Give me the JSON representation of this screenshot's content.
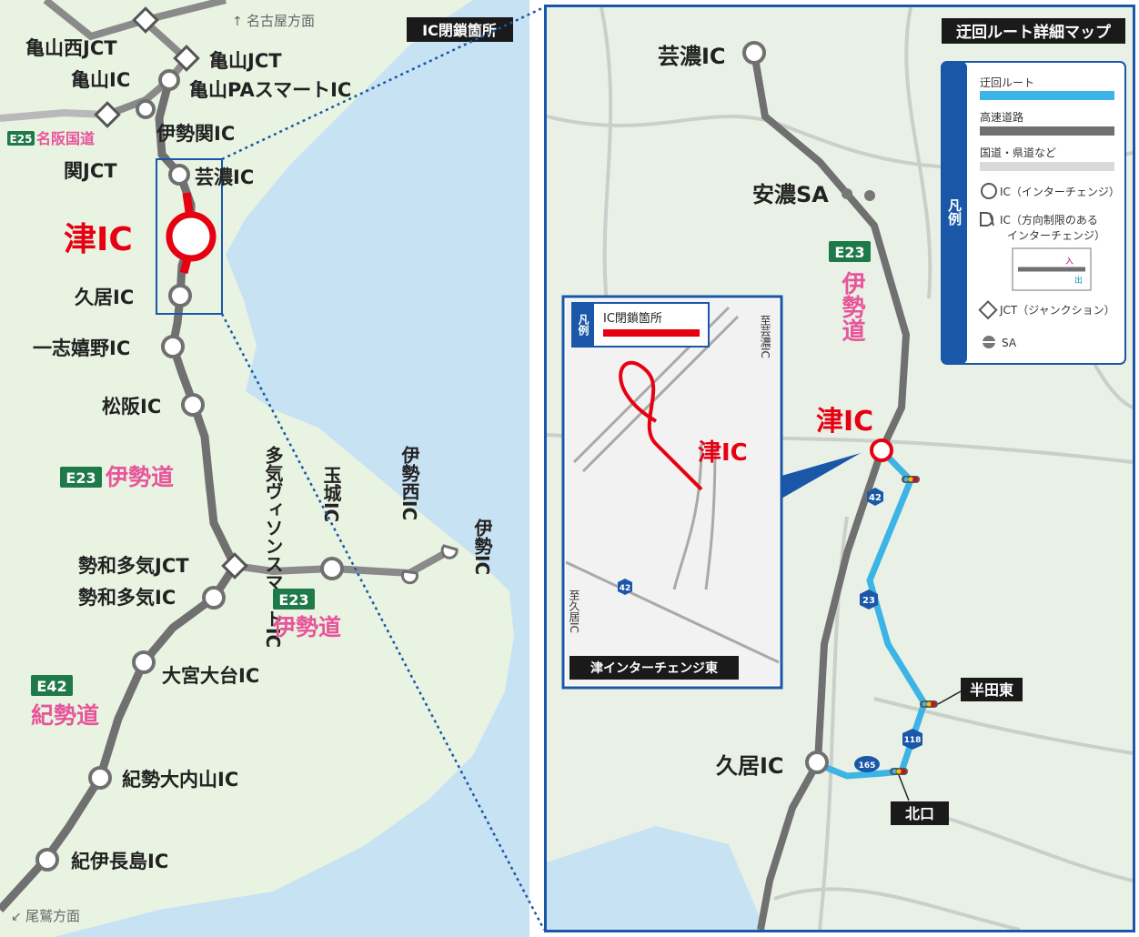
{
  "colors": {
    "sea": "#c6e2f3",
    "land": "#e8f3e2",
    "expressway": "#707070",
    "detour": "#3cb4e6",
    "closed": "#e60012",
    "frame_blue": "#1a57a8",
    "route_name_pink": "#e8559a",
    "route_badge_green": "#1e7a48"
  },
  "left_map": {
    "header": "IC閉鎖箇所",
    "direction_north": "名古屋方面",
    "direction_south": "尾鷲方面",
    "highlight_ic": "津IC",
    "ics": {
      "kameyama_west_jct": "亀山西JCT",
      "kameyama_jct": "亀山JCT",
      "kameyama_ic": "亀山IC",
      "kameyama_pa_smart": "亀山PAスマートIC",
      "seki_jct": "関JCT",
      "iseseki_ic": "伊勢関IC",
      "geino_ic": "芸濃IC",
      "hisai_ic": "久居IC",
      "isshi_ureshino_ic": "一志嬉野IC",
      "matsusaka_ic": "松阪IC",
      "taki_vison_smart": "多気ヴィソンスマートIC",
      "tamaki_ic": "玉城IC",
      "ise_nishi_ic": "伊勢西IC",
      "ise_ic": "伊勢IC",
      "seiwa_taki_jct": "勢和多気JCT",
      "seiwa_taki_ic": "勢和多気IC",
      "omiya_odai_ic": "大宮大台IC",
      "kisei_ouchiyama_ic": "紀勢大内山IC",
      "kii_nagashima_ic": "紀伊長島IC"
    },
    "routes": {
      "e25_code": "E25",
      "e25_name": "名阪国道",
      "e23_code": "E23",
      "e23_name": "伊勢道",
      "e42_code": "E42",
      "e42_name": "紀勢道"
    }
  },
  "right_map": {
    "header": "迂回ルート詳細マップ",
    "ics": {
      "geino_ic": "芸濃IC",
      "ano_sa": "安濃SA",
      "tsu_ic": "津IC",
      "hisai_ic": "久居IC"
    },
    "route_e23_code": "E23",
    "route_e23_name": "伊勢道",
    "route_shields": [
      "42",
      "23",
      "118",
      "165"
    ],
    "intersections": {
      "handa_higashi": "半田東",
      "kitaguchi": "北口"
    },
    "legend": {
      "title": "凡例",
      "detour": "迂回ルート",
      "expressway": "高速道路",
      "national_road": "国道・県道など",
      "ic": "IC（インターチェンジ）",
      "ic_restricted_1": "IC（方向制限のある",
      "ic_restricted_2": "インターチェンジ）",
      "jct": "JCT（ジャンクション）",
      "sa": "SA",
      "diagram_in": "入",
      "diagram_out": "出"
    },
    "inset": {
      "legend_title": "凡例",
      "legend_item": "IC閉鎖箇所",
      "ic_label": "津IC",
      "to_geino": "至芸濃IC",
      "to_hisai": "至久居IC",
      "route_42": "42",
      "caption": "津インターチェンジ東"
    }
  }
}
